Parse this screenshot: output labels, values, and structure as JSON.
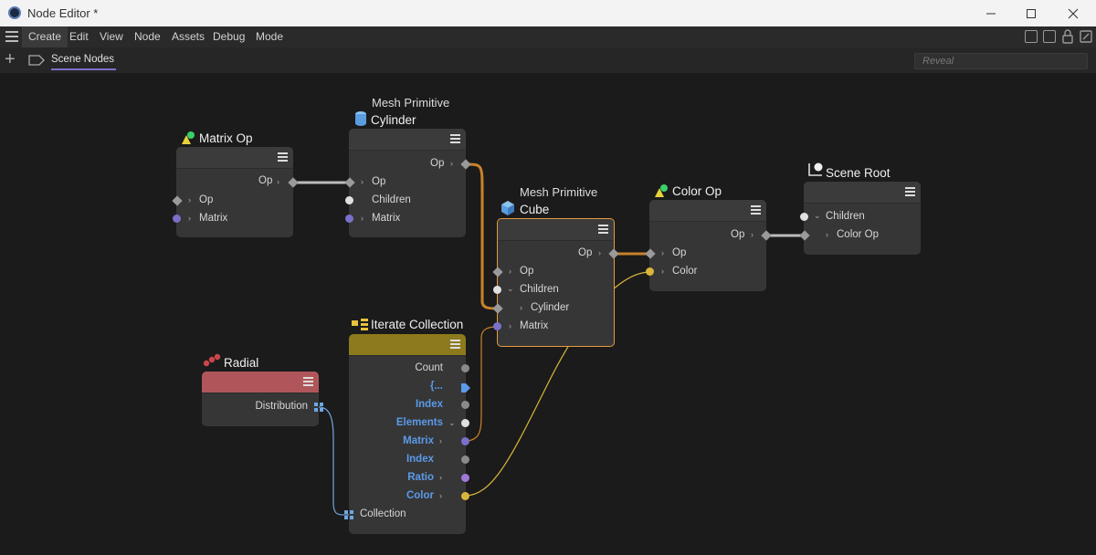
{
  "window": {
    "title": "Node Editor *"
  },
  "menu": {
    "items": [
      "Create",
      "Edit",
      "View",
      "Node",
      "Assets",
      "Debug",
      "Mode"
    ]
  },
  "toolbar": {
    "tab": "Scene Nodes",
    "search_placeholder": "Reveal"
  },
  "nodes": {
    "matrix_op": {
      "title": "Matrix Op",
      "out_op": "Op",
      "in_op": "Op",
      "in_matrix": "Matrix"
    },
    "cylinder": {
      "subtitle": "Mesh Primitive",
      "title": "Cylinder",
      "out_op": "Op",
      "in_op": "Op",
      "in_children": "Children",
      "in_matrix": "Matrix"
    },
    "cube": {
      "subtitle": "Mesh Primitive",
      "title": "Cube",
      "out_op": "Op",
      "in_op": "Op",
      "in_children": "Children",
      "child_cylinder": "Cylinder",
      "in_matrix": "Matrix"
    },
    "color_op": {
      "title": "Color Op",
      "out_op": "Op",
      "in_op": "Op",
      "in_color": "Color"
    },
    "scene_root": {
      "title": "Scene Root",
      "in_children": "Children",
      "child_color_op": "Color Op"
    },
    "iterate": {
      "title": "Iterate Collection",
      "ports": [
        "Count",
        "{...",
        "Index",
        "Elements",
        "Matrix",
        "Index",
        "Ratio",
        "Color"
      ],
      "in_collection": "Collection"
    },
    "radial": {
      "title": "Radial",
      "out_distribution": "Distribution"
    }
  },
  "colors": {
    "header_iterate": "#8c7a1c",
    "header_radial": "#b0565b",
    "wire_op": "#c9822a",
    "wire_color": "#d9b63a",
    "wire_matrix": "#7a70c9",
    "wire_collection": "#6fa6e0"
  }
}
